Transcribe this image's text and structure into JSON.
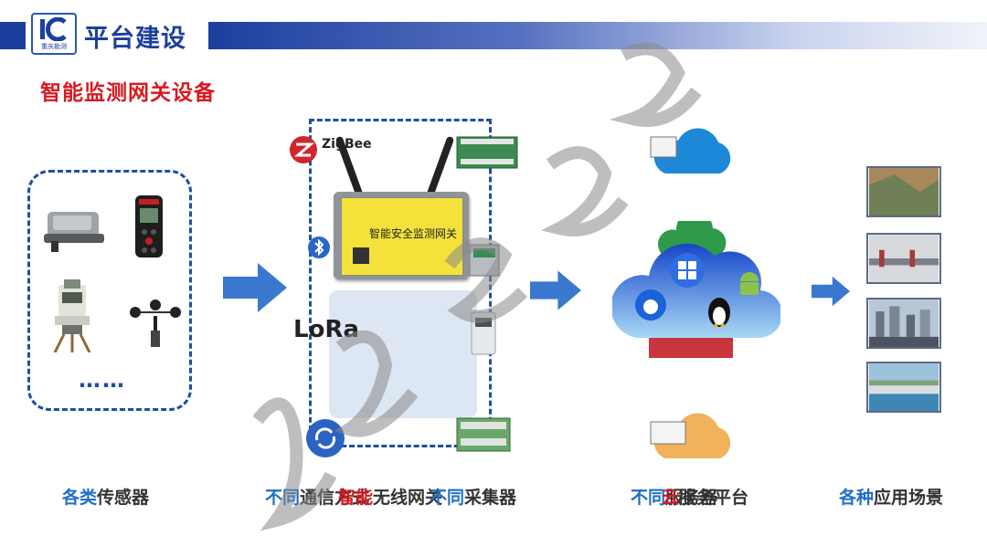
{
  "header": {
    "title": "平台建设",
    "logo_text": "重庆勘测"
  },
  "section": {
    "title": "智能监测网关设备"
  },
  "sensors": {
    "ellipsis": "……"
  },
  "gateway": {
    "device_label": "智能安全监测网关",
    "protocols": [
      "ZigBee",
      "LoRa"
    ]
  },
  "captions": [
    {
      "highlight": "各类",
      "rest": "传感器"
    },
    {
      "highlight": "不同",
      "rest": "通信方式"
    },
    {
      "highlight_red": "智能",
      "rest": "无线网关"
    },
    {
      "highlight": "不同",
      "rest": "采集器"
    },
    {
      "highlight": "不同",
      "rest": "服务器"
    },
    {
      "highlight_red": "云",
      "rest": "服务平台"
    },
    {
      "highlight": "各种",
      "rest": "应用场景"
    }
  ],
  "colors": {
    "brand_blue": "#1c3f9e",
    "accent_red": "#d71a21",
    "arrow_blue": "#3a78cf",
    "caption_blue": "#1f6fc4"
  },
  "icons": [
    "sensor-inclinometer-icon",
    "laser-rangefinder-icon",
    "total-station-icon",
    "anemometer-icon",
    "zigbee-icon",
    "bluetooth-icon",
    "lora-icon",
    "cloud-icon",
    "windows-icon",
    "apple-icon",
    "android-icon",
    "linux-icon"
  ]
}
